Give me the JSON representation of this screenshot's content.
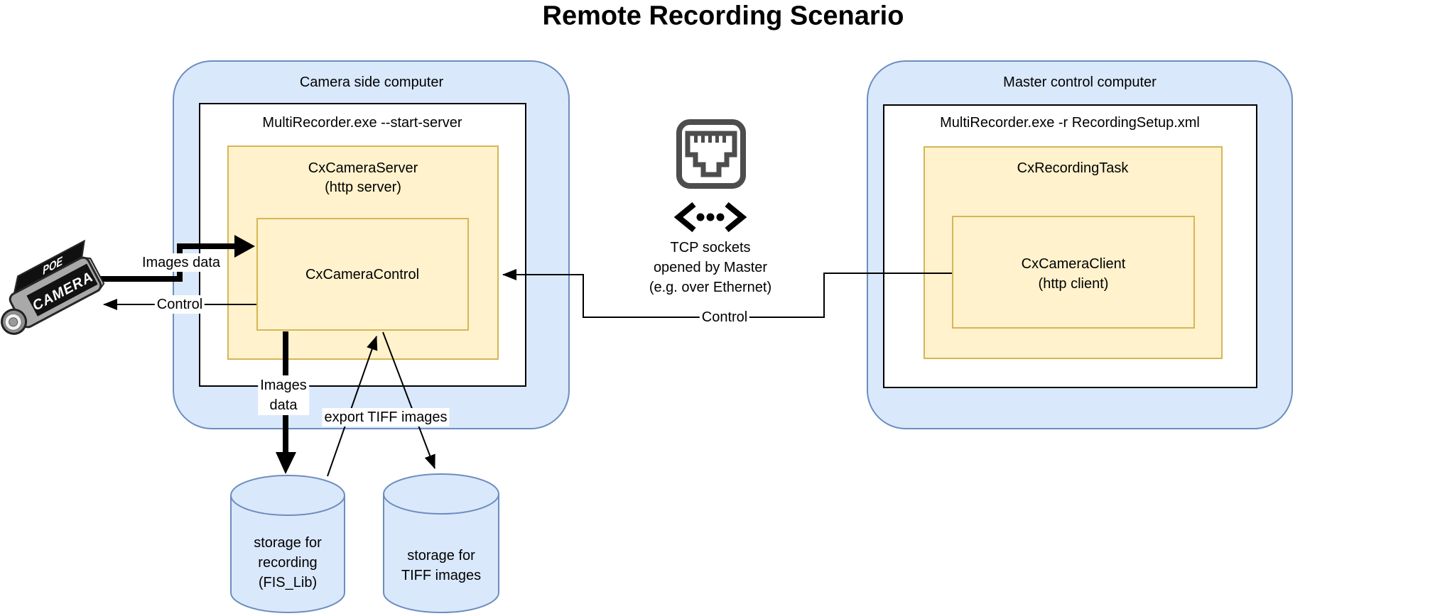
{
  "title": "Remote Recording Scenario",
  "camera_side": {
    "label": "Camera side computer",
    "process": "MultiRecorder.exe --start-server",
    "server_name": "CxCameraServer",
    "server_subtitle": "(http server)",
    "control_name": "CxCameraControl"
  },
  "master_side": {
    "label": "Master control computer",
    "process": "MultiRecorder.exe -r RecordingSetup.xml",
    "task_name": "CxRecordingTask",
    "client_name": "CxCameraClient",
    "client_subtitle": "(http client)"
  },
  "network": {
    "tcp_line1": "TCP sockets",
    "tcp_line2": "opened by Master",
    "tcp_line3": "(e.g. over Ethernet)",
    "control_label": "Control"
  },
  "camera_device": {
    "top_label": "POE",
    "side_label": "CAMERA"
  },
  "edges": {
    "images_data_label": "Images data",
    "control_label": "Control",
    "images_label_line1": "Images",
    "images_label_line2": "data",
    "export_label": "export TIFF images"
  },
  "storage": {
    "recording_line1": "storage for",
    "recording_line2": "recording",
    "recording_line3": "(FIS_Lib)",
    "tiff_line1": "storage for",
    "tiff_line2": "TIFF images"
  },
  "icons": {
    "ethernet_port": "rj45-port",
    "network_link": "chevron-dots",
    "camera": "poe-camera"
  },
  "colors": {
    "computer_fill": "#dae8fc",
    "computer_stroke": "#6c8ebf",
    "module_fill": "#fff2cc",
    "module_stroke": "#d6b656",
    "process_stroke": "#000000",
    "icon_gray": "#4d4d4d"
  }
}
